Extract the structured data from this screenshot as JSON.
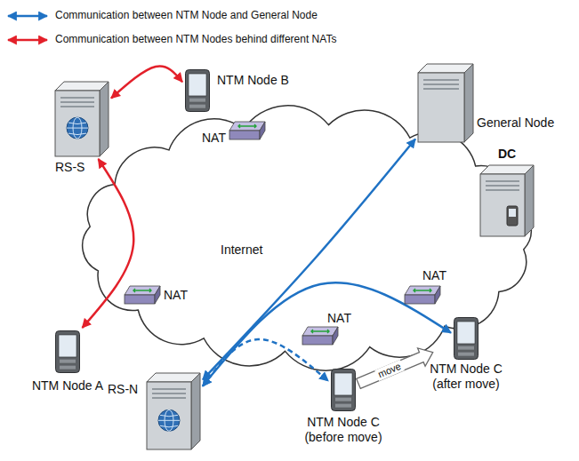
{
  "diagram": {
    "nodes": [
      {
        "text": [
          "RS-S"
        ]
      },
      {
        "text": [
          "NTM Node B"
        ]
      },
      {
        "text": [
          "General Node"
        ]
      },
      {
        "text": [
          "NAT"
        ]
      },
      {
        "text": [
          "DC"
        ]
      },
      {
        "text": [
          "Internet"
        ]
      },
      {
        "text": [
          "NAT"
        ]
      },
      {
        "text": [
          "NAT"
        ]
      },
      {
        "text": [
          "NAT"
        ]
      },
      {
        "text": [
          "NTM Node A"
        ]
      },
      {
        "text": [
          "RS-N"
        ]
      },
      {
        "text": [
          "NTM Node C (before move)"
        ]
      },
      {
        "text": [
          "NTM Node C (after move)"
        ]
      }
    ],
    "edges": [
      {
        "from": 0,
        "to": 1,
        "arrow": "both"
      },
      {
        "from": 0,
        "to": 9,
        "arrow": "both"
      },
      {
        "from": 2,
        "to": 10,
        "arrow": "both"
      },
      {
        "from": 10,
        "to": 12,
        "arrow": "both"
      },
      {
        "from": 10,
        "to": 11,
        "arrow": "both"
      },
      {
        "from": 11,
        "to": 12,
        "arrow": "to",
        "label": "move"
      }
    ],
    "legend": [
      {
        "text": "Communication between NTM Node and General Node"
      },
      {
        "text": "Communication between NTM Nodes behind different NATs"
      }
    ]
  }
}
